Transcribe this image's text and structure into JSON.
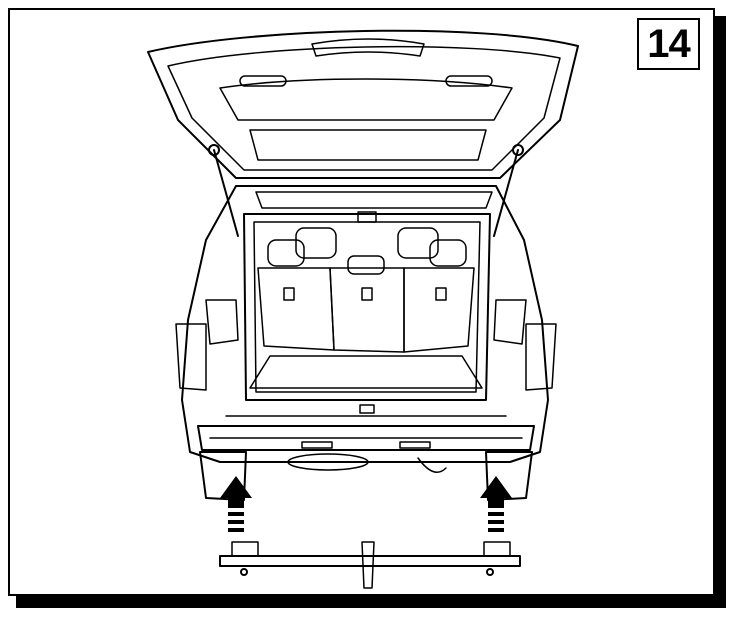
{
  "step": {
    "number": "14"
  },
  "illustration": {
    "subject": "vehicle-rear-open-tailgate",
    "part": "tow-bar-crossbeam",
    "arrow_icon": "arrow-up-icon"
  },
  "colors": {
    "line": "#000000",
    "background": "#ffffff"
  }
}
